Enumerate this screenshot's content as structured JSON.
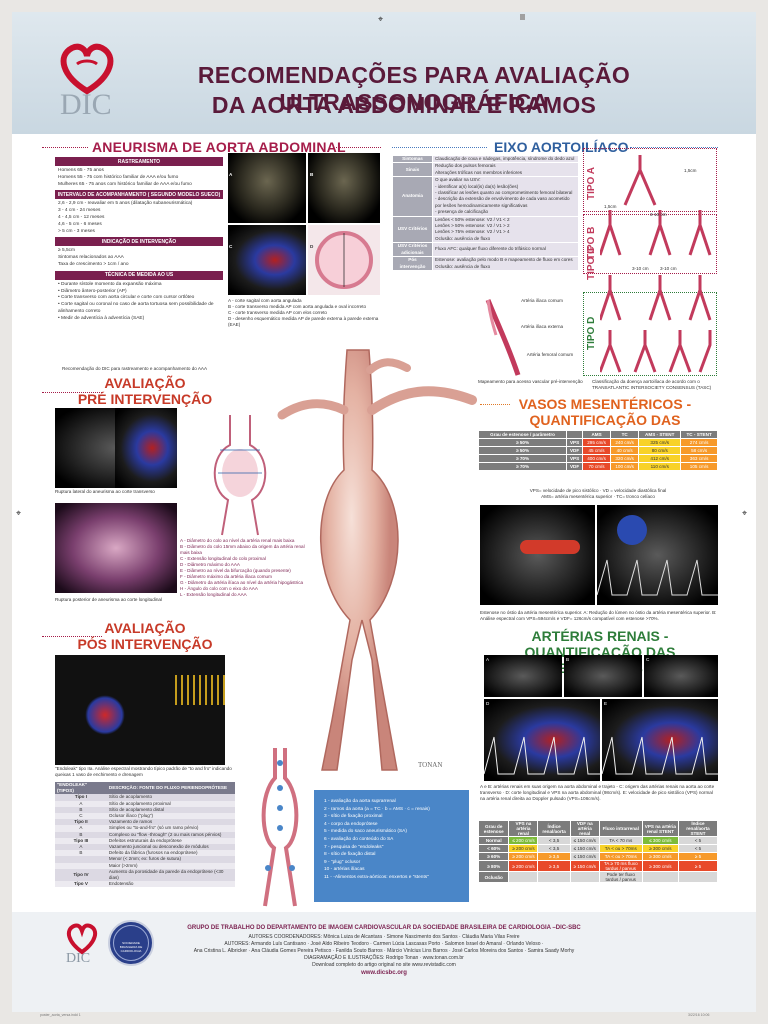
{
  "header": {
    "logo_text": "DIC",
    "title_line1": "RECOMENDAÇÕES PARA AVALIAÇÃO ULTRASSONOGRÁFICA",
    "title_line2": "DA AORTA ABDOMINAL E RAMOS"
  },
  "aneurisma": {
    "title": "ANEURISMA DE AORTA ABDOMINAL",
    "rastreamento": "RASTREAMENTO",
    "rastreamento_lines": [
      "Homens 65 - 75 anos",
      "Homens 55 - 75 com histórico familiar de AAA e/ou fumo",
      "Mulheres 65 - 75 anos com histórico familiar de AAA e/ou fumo"
    ],
    "intervalo": "INTERVALO DE ACOMPANHAMENTO ( SEGUNDO MODELO SUECO)",
    "intervalo_lines": [
      "2,6 - 2,9 cm - reavaliar em 5 anos (dilatação subaneurismática)",
      "3 - 4 cm - 24 meses",
      "4 - 4,5 cm - 12 meses",
      "4,6 - 5 cm - 6 meses",
      "> 5 cm - 3 meses"
    ],
    "indicacao": "INDICAÇÃO DE INTERVENÇÃO",
    "indicacao_lines": [
      "≥ 5,5cm",
      "Sintomas relacionados ao AAA",
      "Taxa de crescimento > 1cm / ano"
    ],
    "tecnica": "TÉCNICA DE MEDIDA AO US",
    "tecnica_lines": [
      "• Durante sístole momento da expansão máxima",
      "• Diâmetro ântero-posterior (AP)",
      "• Corte transverso com aorta circular e corte com cursor ortlóteo",
      "• Corte sagital ou coronal no caso de aorta tortuosa sem possibilidade de alinhamento correto",
      "• Medir de adventícia à adventícia (SAE)"
    ],
    "panel_caption": "Recomendação do DIC para rastreamento e acompanhamento do AAA",
    "img_caption": "A - corte sagital com aorta angulada\nB - corte transverso medida AP com aorta angulada e oval incorreto\nC - corte transverso medida AP com elos correto\nD - desenho esquemático medida AP de parede externa à parede externa (EAE)",
    "labels": [
      "A",
      "B",
      "C",
      "D"
    ]
  },
  "pre": {
    "title_line1": "AVALIAÇÃO",
    "title_line2": "PRÉ INTERVENÇÃO",
    "caption1": "Ruptura lateral do aneurisma ao corte transverso",
    "caption2": "Ruptura posterior de aneurisma ao corte longitudinal",
    "legend": "A - Diâmetro do colo ao nível da artéria renal mais baixa\nB - Diâmetro do colo 15mm abaixo da origem da artéria renal mais baixa\nC - Extensão longitudinal do colo proximal\nD - Diâmetro máximo do AAA\nE - Diâmetro ao nível da bifurcação (quando presente)\nF - Diâmetro máximo da artéria ilíaca comum\nG - Diâmetro da artéria ilíaca ao nível da artéria hipogástrica\nH - Ângulo do colo com o eixo do AAA\nL - Extensão longitudinal do AAA"
  },
  "pos": {
    "title_line1": "AVALIAÇÃO",
    "title_line2": "PÓS INTERVENÇÃO",
    "caption": "\"Endoleak\" tipo IIa. Análise espectral mostrando típico padrão de \"to and fro\" indicando queixas 1 vaso de enchimento e drenagem",
    "table_head": [
      "\"ENDOLEAK\" (TIPOS)",
      "DESCRIÇÃO: FONTE DO FLUXO PERIENDOPRÓTESE"
    ],
    "rows": [
      [
        "Tipo I",
        "Sítio de acoplamento"
      ],
      [
        "A",
        "Sítio de acoplamento proximal"
      ],
      [
        "B",
        "Sítio de acoplamento distal"
      ],
      [
        "C",
        "Oclusor ilíaco (\"plug\")"
      ],
      [
        "Tipo II",
        "Vazamento de ramos"
      ],
      [
        "A",
        "Simples ou \"to-and-fro\" (só um ramo pérvio)"
      ],
      [
        "B",
        "Complexo ou \"flow -through\" (2 ou mais ramos pérvios)"
      ],
      [
        "Tipo III",
        "Defeitos estruturais da endoprótese"
      ],
      [
        "A",
        "Vazamento juncional ou desconexão de módulos"
      ],
      [
        "B",
        "Defeito da fábrica (furosos na endoprótese)"
      ],
      [
        "",
        "Menor (< 2mm; ex: furos de sutura)"
      ],
      [
        "",
        "Maior (>2mm)"
      ],
      [
        "Tipo IV",
        "Aumento da porosidade da parede da endoprótese (<30 dias)"
      ],
      [
        "Tipo V",
        "Endotensão"
      ]
    ]
  },
  "bluebox": {
    "items": [
      "1 - avaliação da aorta suprarrenal",
      "2 - ramos da aorta (a = TC · b = AMS · c = renais)",
      "3 - sítio de fixação proximal",
      "4 - corpo da endoprótese",
      "5 - medida do saco aneurismático (SA)",
      "6 - avaliação do conteúdo do SA",
      "7 - pesquisa de \"endoleaks\"",
      "8 - sítio de fixação distal",
      "9 - \"plug\" oclusor",
      "10 - artérias ilíacas",
      "11 - -Alimentos extra-aórticos: enxertos e \"stents\""
    ]
  },
  "eixo": {
    "title": "EIXO AORTOILÍACO",
    "rows": [
      [
        "Sintomas",
        "Claudicação de coxa e nádegas, impotência, síndrome do dedo azul"
      ],
      [
        "Sinais",
        "Redução dos pulsos femorais\nAlterações tróficas nos membros inferiores"
      ],
      [
        "Anatomia",
        "O que avaliar na USV:\n- identificar a(s) local(is) da(s) lesão(ões)\n- classificar as lesões quanto ao comprometimento femoral bilateral\n- descrição da extensão de envolvimento de cada vaso acometido por lesões hemodinamicamente significativas\n- presença de calcificação"
      ],
      [
        "USV Critérios",
        "Lesões < 50% estenose: V2 / V1 < 2\nLesões > 50% estenose: V2 / V1 > 2\nLesões > 75% estenose: V2 / V1 > 4\nOclusão: ausência de fluxo"
      ],
      [
        "USV Critérios adicionais",
        "Fluxo AFC: qualquer fluxo diferente do trifásico normal"
      ],
      [
        "Pós intervenção",
        "Estenose: avaliação pelo modo B e mapeamento de fluxo em cores\nOclusão: ausência de fluxo"
      ]
    ],
    "tipos": [
      "TIPO A",
      "TIPO B",
      "TIPO C",
      "TIPO D"
    ],
    "measures": [
      "1,5cm",
      "1,5cm",
      "3-10 cm",
      "3-10 cm",
      "3-10 cm"
    ],
    "iliac_labels": [
      "Artéria ilíaca comum",
      "Artéria ilíaca externa",
      "Artéria femoral comum"
    ],
    "caption1": "Mapeamento para acesso vascular pré-intervenção",
    "caption2": "Classificação da doença aortoilíaca de acordo com o TRANSATLANTIC INTERSOCIETY CONSENSUS (TASC)"
  },
  "mesentericos": {
    "title_line1": "VASOS MESENTÉRICOS -",
    "title_line2": "QUANTIFICAÇÃO DAS ESTENOSES",
    "head": [
      "Grau de estenose / parâmetro",
      "",
      "AMS",
      "TC",
      "AMS - STENT",
      "TC - STENT"
    ],
    "rows": [
      [
        "≥ 50%",
        "VPS",
        "295 cm/s",
        "240 cm/s",
        "325 cm/s",
        "274 cm/s"
      ],
      [
        "≥ 50%",
        "VDF",
        "45 cm/s",
        "40 cm/s",
        "80 cm/s",
        "58 cm/s"
      ],
      [
        "≥ 70%",
        "VPS",
        "400 cm/s",
        "320 cm/s",
        "412 cm/s",
        "363 cm/s"
      ],
      [
        "≥ 70%",
        "VDF",
        "70 cm/s",
        "100 cm/s",
        "110 cm/s",
        "105 cm/s"
      ]
    ],
    "note": "VPS= velocidade de pico sistólico · VD = velocidade diastólica final\nAMS= artéria mesentérica superior · TC= tronco celíaco",
    "img_caption": "Estenose no óstio da artéria mesentérica superior. A: Redução do lúmen no óstio da artéria mesentérica superior. B: Análise espectral com VPS=594cm/s e VDF= 126cm/s compatível com estenose >70%."
  },
  "renais": {
    "title_line1": "ARTÉRIAS RENAIS -",
    "title_line2": "QUANTIFICAÇÃO DAS ESTENOSES",
    "labels": [
      "A",
      "B",
      "C",
      "D",
      "E"
    ],
    "caption": "A e B: artérias renais em suas origem na aorta abdominal e trajeto - C: origem das artérias renais na aorta ao corte transverso · D: corte longitudinal e VPS na aorta abdominal (98cm/s). E: velocidade de pico sistólico (VPS) normal na artéria renal direita ao Doppler pulsado (VPS=108cm/s).",
    "head": [
      "Grau de estenose",
      "VPS na artéria renal",
      "Índice renal/aorta",
      "VDF na artéria renal",
      "Fluxo intrarrenal",
      "VPS na artéria renal STENT",
      "Índice renal/aorta STENT"
    ],
    "rows": [
      [
        "Normal",
        "≤ 200 cm/s",
        "< 3,5",
        "≤ 150 cm/s",
        "TA < 70 ms",
        "≤ 300 cm/s",
        "< 5"
      ],
      [
        "< 60%",
        "≥ 200 cm/s",
        "< 3,5",
        "≤ 150 cm/s",
        "TA < ou > 70ms",
        "≥ 300 cm/s",
        "< 5"
      ],
      [
        "≥ 60%",
        "≥ 200 cm/s",
        "≥ 3,5",
        "≤ 150 cm/s",
        "TA < ou > 70ms",
        "≥ 300 cm/s",
        "≥ 5"
      ],
      [
        "≥ 80%",
        "≥ 200 cm/s",
        "≥ 3,5",
        "≥ 150 cm/s",
        "TA ≥ 70 ms fluxo tardus / parvus",
        "≥ 300 cm/s",
        "≥ 5"
      ],
      [
        "Oclusão",
        "",
        "",
        "",
        "Pode ter fluxo tardus / parvus",
        "",
        ""
      ]
    ]
  },
  "footer": {
    "group": "GRUPO DE TRABALHO DO DEPARTAMENTO DE IMAGEM CARDIOVASCULAR DA SOCIEDADE BRASILEIRA DE CARDIOLOGIA –DIC-SBC",
    "coord": "AUTORES COORDENADORES: Mônica Luiza de Alcantara · Simone Nascimento dos Santos · Cláudia Maria Vilas Freire",
    "authors1": "AUTORES: Armando Luís Cantisano · José Aldo Ribeiro Teodoro · Carmen Lúcia Lascasas Porto · Salomon Israel do Amaral · Orlando Veloso ·",
    "authors2": "Ana Cristina L. Albricker · Ana Cláudia Gomes Pereira Petisco · Fanilda Souto Barros · Márcio Vinícius Lins Barros · José Carlos Moreira dos Santos · Samira Saady Morhy",
    "diag": "DIAGRAMAÇÃO E ILUSTRAÇÕES: Rodrigo Tonan · www.tonan.com.br",
    "download": "Download completo do artigo original no site www.revistadic.com",
    "site": "www.dicsbc.org",
    "logo_text": "DIC",
    "sbc_seal": "SOCIEDADE BRASILEIRA DE CARDIOLOGIA"
  },
  "signature": "TONAN",
  "slug": "poster_aorta_versa.indd 1",
  "date": "3/22/16  10:06"
}
